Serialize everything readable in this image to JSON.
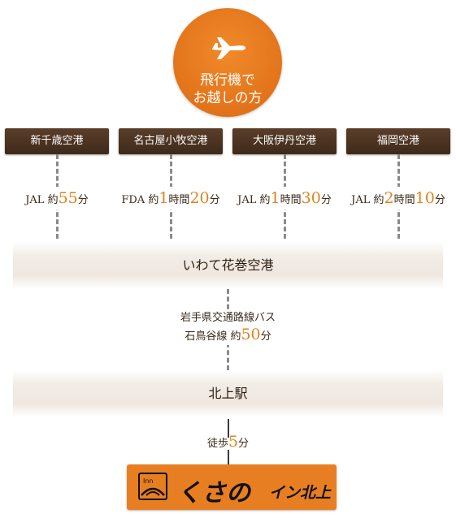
{
  "header": {
    "line1": "飛行機で",
    "line2": "お越しの方"
  },
  "airports": [
    {
      "name": "新千歳空港",
      "carrier": "JAL 約",
      "h": "",
      "h_unit": "",
      "m": "55",
      "m_unit": "分"
    },
    {
      "name": "名古屋小牧空港",
      "carrier": "FDA 約",
      "h": "1",
      "h_unit": "時間",
      "m": "20",
      "m_unit": "分"
    },
    {
      "name": "大阪伊丹空港",
      "carrier": "JAL 約",
      "h": "1",
      "h_unit": "時間",
      "m": "30",
      "m_unit": "分"
    },
    {
      "name": "福岡空港",
      "carrier": "JAL 約",
      "h": "2",
      "h_unit": "時間",
      "m": "10",
      "m_unit": "分"
    }
  ],
  "hanamaki": "いわて花巻空港",
  "bus": {
    "line1": "岩手県交通路線バス",
    "line2_prefix": "石鳥谷線 約",
    "minutes": "50",
    "unit": "分"
  },
  "station": "北上駅",
  "walk": {
    "prefix": "徒歩",
    "minutes": "5",
    "unit": "分"
  },
  "hotel": {
    "brand_main": "くさの",
    "brand_sub": "イン北上",
    "emblem_text": "Inn"
  }
}
